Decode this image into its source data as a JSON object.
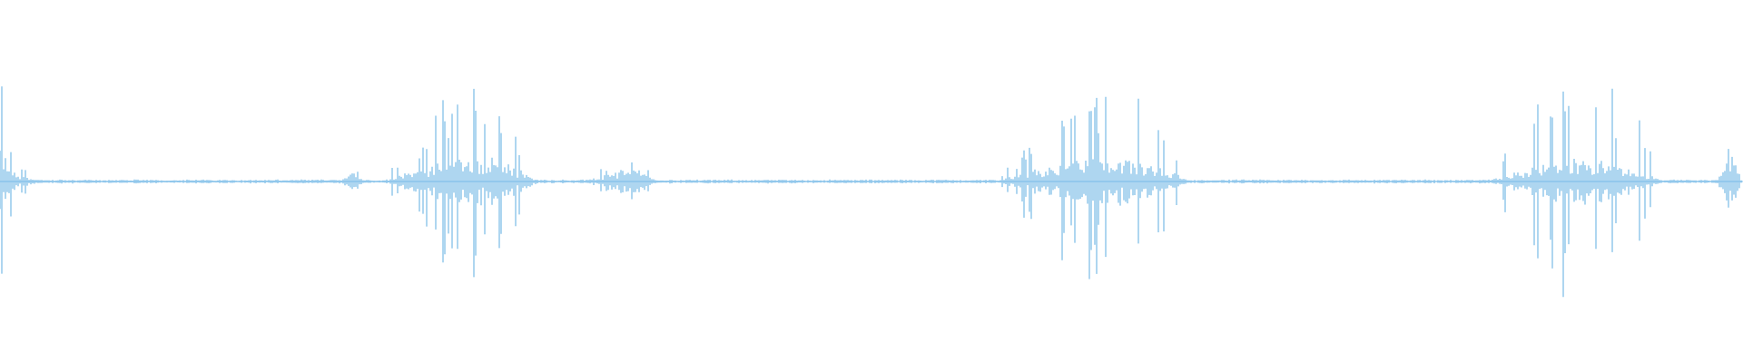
{
  "waveform": {
    "color": "#5dade2",
    "background": "#ffffff",
    "bursts": [
      {
        "start": 0.0,
        "end": 0.045,
        "peak": 0.58,
        "body": 0.16,
        "kind": "onset"
      },
      {
        "start": 0.195,
        "end": 0.21,
        "peak": 0.08,
        "body": 0.05,
        "kind": "minor"
      },
      {
        "start": 0.218,
        "end": 0.315,
        "peak": 0.65,
        "body": 0.14,
        "kind": "major"
      },
      {
        "start": 0.338,
        "end": 0.38,
        "peak": 0.22,
        "body": 0.07,
        "kind": "minor"
      },
      {
        "start": 0.57,
        "end": 0.69,
        "peak": 0.65,
        "body": 0.13,
        "kind": "major"
      },
      {
        "start": 0.85,
        "end": 0.96,
        "peak": 0.85,
        "body": 0.12,
        "kind": "major"
      },
      {
        "start": 0.985,
        "end": 1.0,
        "peak": 0.26,
        "body": 0.14,
        "kind": "minor"
      }
    ]
  }
}
